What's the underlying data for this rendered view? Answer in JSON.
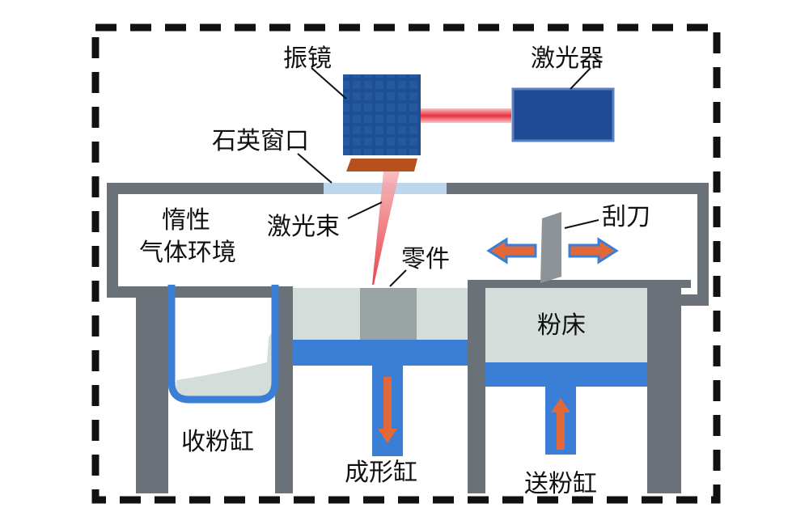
{
  "labels": {
    "galvo": "振镜",
    "laser": "激光器",
    "quartz_window": "石英窗口",
    "inert_gas_line1": "惰性",
    "inert_gas_line2": "气体环境",
    "laser_beam": "激光束",
    "part": "零件",
    "scraper": "刮刀",
    "powder_bed": "粉床",
    "powder_collector": "收粉缸",
    "build_cylinder": "成形缸",
    "powder_feed_cylinder": "送粉缸"
  },
  "colors": {
    "chamber_gray": "#6b7178",
    "galvo_blue": "#1f4f93",
    "laser_box_blue": "#1f4a96",
    "laser_box_border": "#5a7fc0",
    "laser_red": "#e8303a",
    "quartz": "#bcd6ee",
    "powder": "#d4ddda",
    "part": "#9aa4a4",
    "piston_blue": "#3a7fd5",
    "arrow_orange": "#e2683a",
    "mount_brown": "#b4511c"
  }
}
